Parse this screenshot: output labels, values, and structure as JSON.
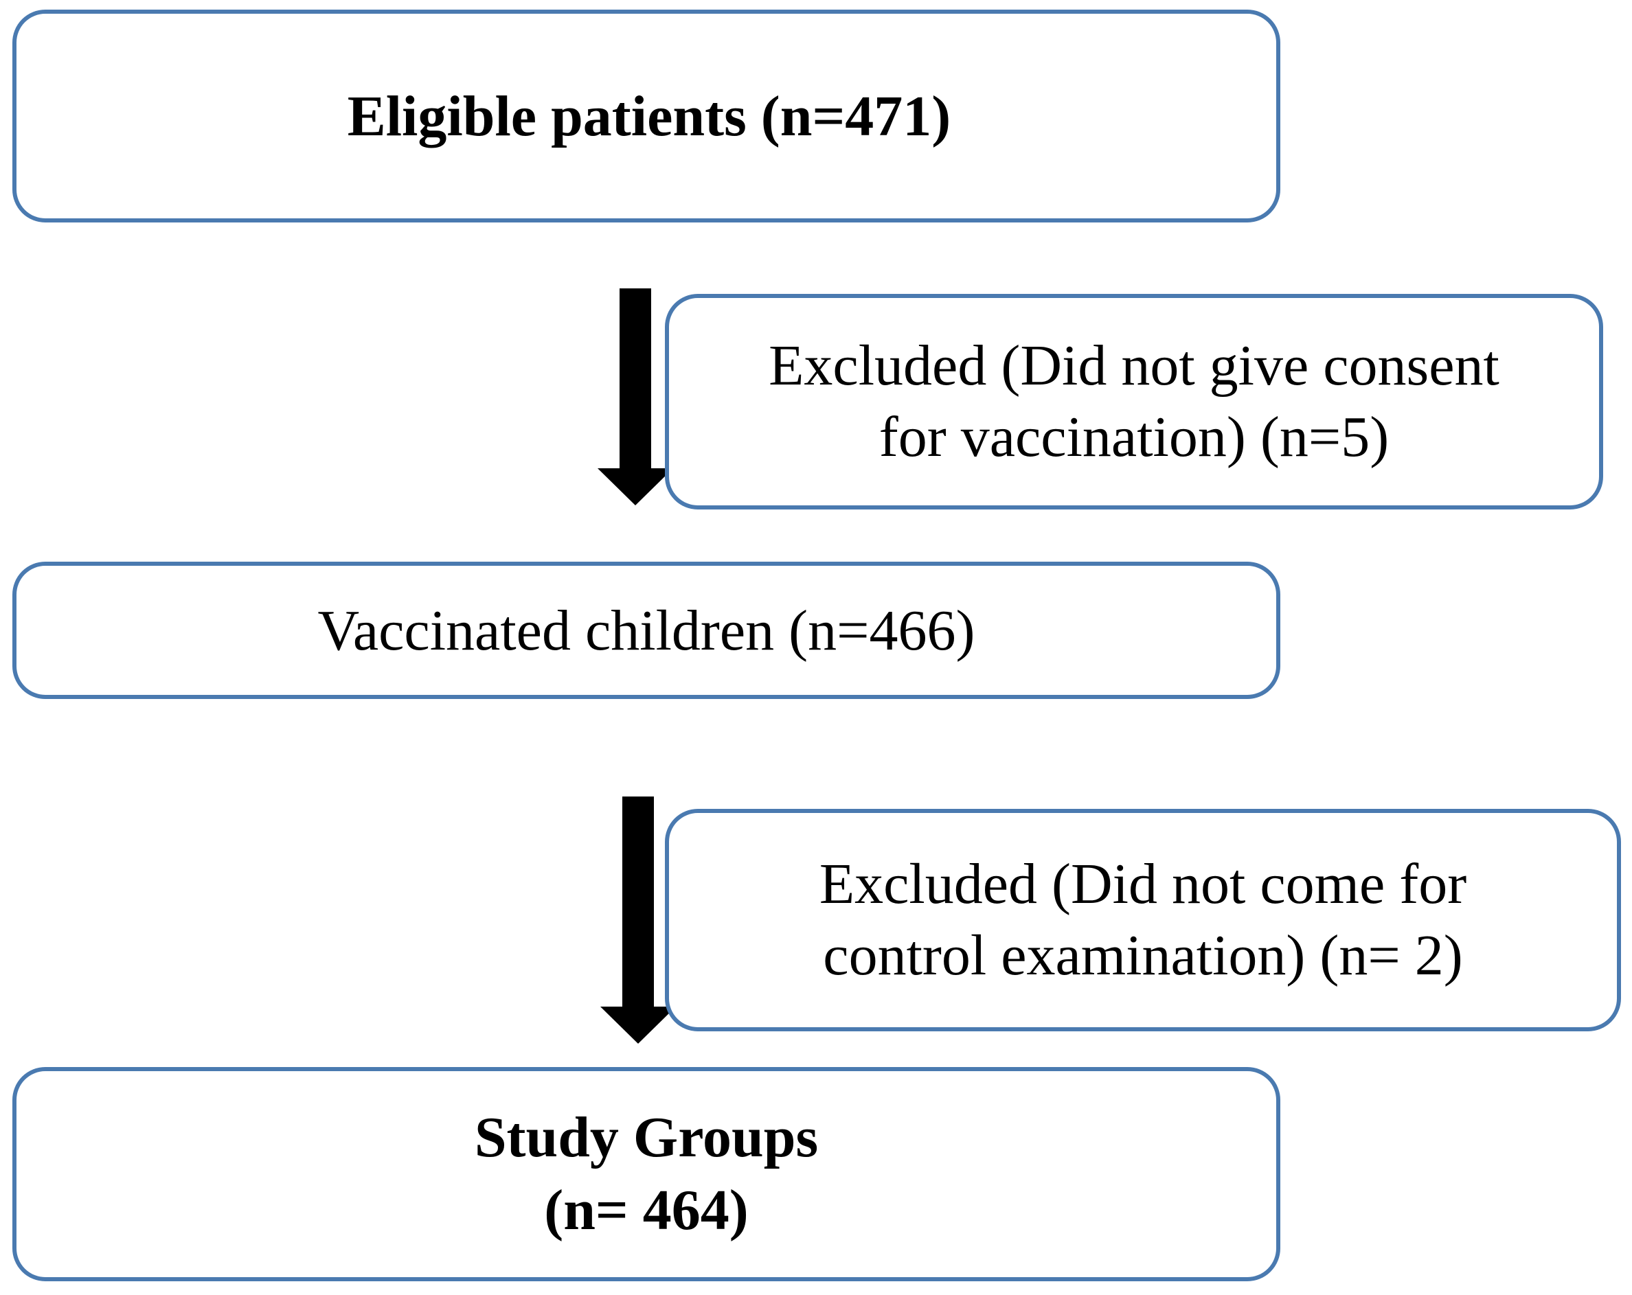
{
  "flowchart": {
    "eligible": {
      "text": "Eligible patients (n=471)"
    },
    "excluded_consent": {
      "line1": "Excluded (Did not give consent",
      "line2": "for vaccination) (n=5)"
    },
    "vaccinated": {
      "text": "Vaccinated children (n=466)"
    },
    "excluded_control": {
      "line1": "Excluded (Did not come for",
      "line2": "control examination) (n= 2)"
    },
    "study_groups": {
      "line1": "Study Groups",
      "line2": "(n= 464)"
    }
  },
  "colors": {
    "box_border": "#4a7ab0",
    "arrow": "#000000",
    "text": "#000000"
  }
}
